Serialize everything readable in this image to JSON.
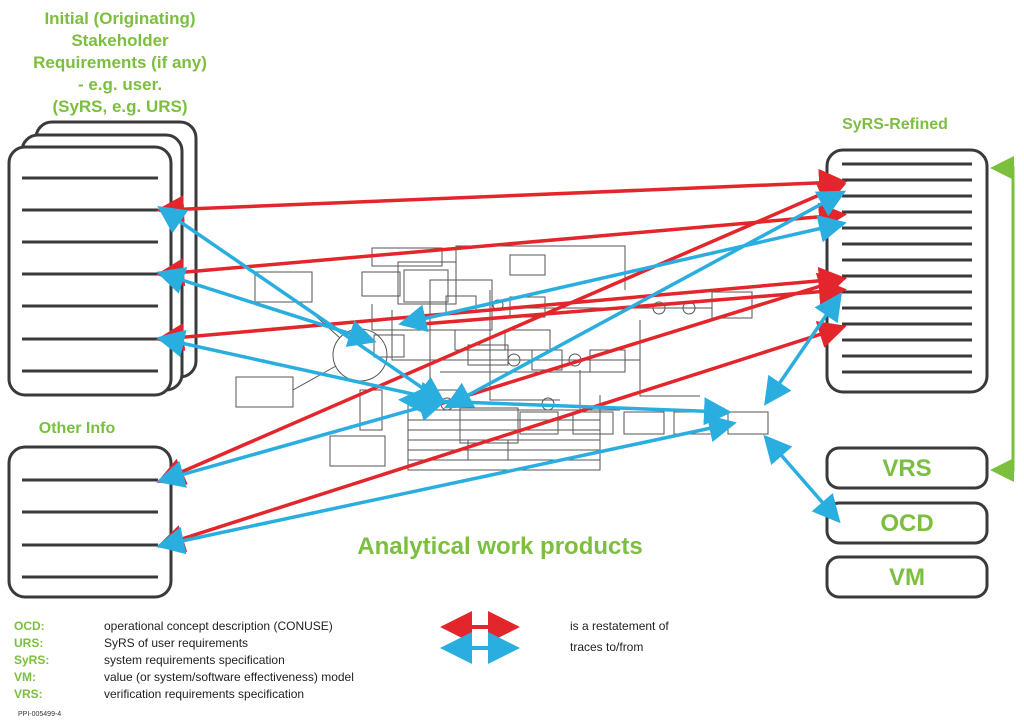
{
  "titles": {
    "initial_line1": "Initial (Originating)",
    "initial_line2": "Stakeholder",
    "initial_line3": "Requirements (if any)",
    "initial_line4": "- e.g. user.",
    "initial_line5": "(SyRS, e.g. URS)",
    "other_info": "Other Info",
    "syrs_refined": "SyRS-Refined",
    "analytical": "Analytical work products"
  },
  "boxes": {
    "vrs": "VRS",
    "ocd": "OCD",
    "vm": "VM"
  },
  "legend": {
    "items": [
      {
        "abbr": "OCD:",
        "def": "operational concept description (CONUSE)"
      },
      {
        "abbr": "URS:",
        "def": "SyRS of user requirements"
      },
      {
        "abbr": "SyRS:",
        "def": "system requirements specification"
      },
      {
        "abbr": "VM:",
        "def": "value (or system/software effectiveness) model"
      },
      {
        "abbr": "VRS:",
        "def": "verification requirements specification"
      }
    ],
    "red_arrow": "is a restatement of",
    "blue_arrow": "traces to/from"
  },
  "doc_code": "PPI-005499-4",
  "colors": {
    "green": "#7cbf3f",
    "red": "#e3262b",
    "blue": "#2aaee0",
    "box_border": "#3a3a3a"
  }
}
